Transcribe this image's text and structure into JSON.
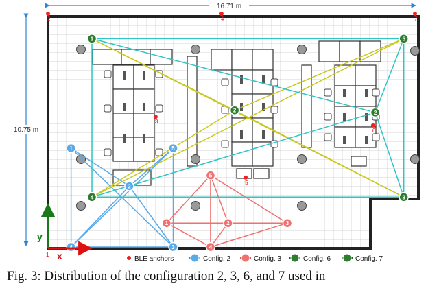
{
  "dimensions": {
    "width_label": "16.71 m",
    "height_label": "10.75 m"
  },
  "axes": {
    "x_label": "x",
    "y_label": "y",
    "origin_label": "1"
  },
  "anchors": [
    {
      "label": "2",
      "x": 0.0,
      "y": 10.75
    },
    {
      "label": "4",
      "x": 7.9,
      "y": 10.75
    },
    {
      "label": "7",
      "x": 16.71,
      "y": 10.75
    },
    {
      "label": "3",
      "x": 4.9,
      "y": 6.0
    },
    {
      "label": "6",
      "x": 14.8,
      "y": 5.6
    },
    {
      "label": "5",
      "x": 9.0,
      "y": 3.2
    }
  ],
  "configs": [
    {
      "name": "Config. 2",
      "color": "#3a8fd9",
      "fill": "#5aaae8",
      "line": "#5aaae8",
      "nodes": [
        {
          "label": "1",
          "x": 1.05,
          "y": 4.55
        },
        {
          "label": "2",
          "x": 3.7,
          "y": 2.8
        },
        {
          "label": "4",
          "x": 1.05,
          "y": 0.0
        },
        {
          "label": "3",
          "x": 5.7,
          "y": 0.0
        },
        {
          "label": "5",
          "x": 5.7,
          "y": 4.55
        }
      ],
      "edges": [
        [
          0,
          1
        ],
        [
          0,
          2
        ],
        [
          0,
          3
        ],
        [
          1,
          2
        ],
        [
          1,
          3
        ],
        [
          1,
          4
        ],
        [
          2,
          3
        ],
        [
          4,
          3
        ],
        [
          4,
          2
        ]
      ]
    },
    {
      "name": "Config. 3",
      "color": "#e05555",
      "fill": "#f07070",
      "line": "#f07070",
      "nodes": [
        {
          "label": "5",
          "x": 7.4,
          "y": 3.3
        },
        {
          "label": "1",
          "x": 5.4,
          "y": 1.1
        },
        {
          "label": "2",
          "x": 8.2,
          "y": 1.1
        },
        {
          "label": "3",
          "x": 10.9,
          "y": 1.1
        },
        {
          "label": "4",
          "x": 7.4,
          "y": 0.0
        }
      ],
      "edges": [
        [
          0,
          1
        ],
        [
          0,
          2
        ],
        [
          0,
          3
        ],
        [
          0,
          4
        ],
        [
          1,
          2
        ],
        [
          1,
          4
        ],
        [
          2,
          3
        ],
        [
          2,
          4
        ],
        [
          3,
          4
        ],
        [
          1,
          3
        ]
      ]
    },
    {
      "name": "Config. 6",
      "color": "#1d5e1d",
      "fill": "#2f7d2f",
      "line": "#c8c81e",
      "nodes": [
        {
          "label": "1",
          "x": 2.0,
          "y": 9.6
        },
        {
          "label": "5",
          "x": 16.2,
          "y": 9.6
        },
        {
          "label": "2",
          "x": 8.5,
          "y": 6.3
        },
        {
          "label": "4",
          "x": 2.0,
          "y": 2.3
        },
        {
          "label": "3",
          "x": 16.2,
          "y": 2.3
        }
      ],
      "edges": [
        [
          0,
          2
        ],
        [
          1,
          2
        ],
        [
          2,
          3
        ],
        [
          2,
          4
        ],
        [
          0,
          4
        ],
        [
          3,
          1
        ]
      ]
    },
    {
      "name": "Config. 7",
      "color": "#1d5e1d",
      "fill": "#2f7d2f",
      "line": "#2ec4c4",
      "nodes": [
        {
          "label": "1",
          "x": 2.0,
          "y": 9.6
        },
        {
          "label": "5",
          "x": 16.2,
          "y": 9.6
        },
        {
          "label": "2",
          "x": 14.9,
          "y": 6.2
        },
        {
          "label": "4",
          "x": 2.0,
          "y": 2.3
        },
        {
          "label": "3",
          "x": 16.2,
          "y": 2.3
        }
      ],
      "edges": [
        [
          0,
          2
        ],
        [
          1,
          2
        ],
        [
          3,
          2
        ],
        [
          4,
          2
        ],
        [
          0,
          1
        ],
        [
          0,
          3
        ],
        [
          1,
          4
        ],
        [
          3,
          4
        ]
      ]
    }
  ],
  "legend": {
    "ble_label": "BLE anchors",
    "items": [
      "Config. 2",
      "Config. 3",
      "Config. 6",
      "Config. 7"
    ]
  },
  "caption": "Fig. 3: Distribution of the configuration 2, 3, 6, and 7 used in"
}
